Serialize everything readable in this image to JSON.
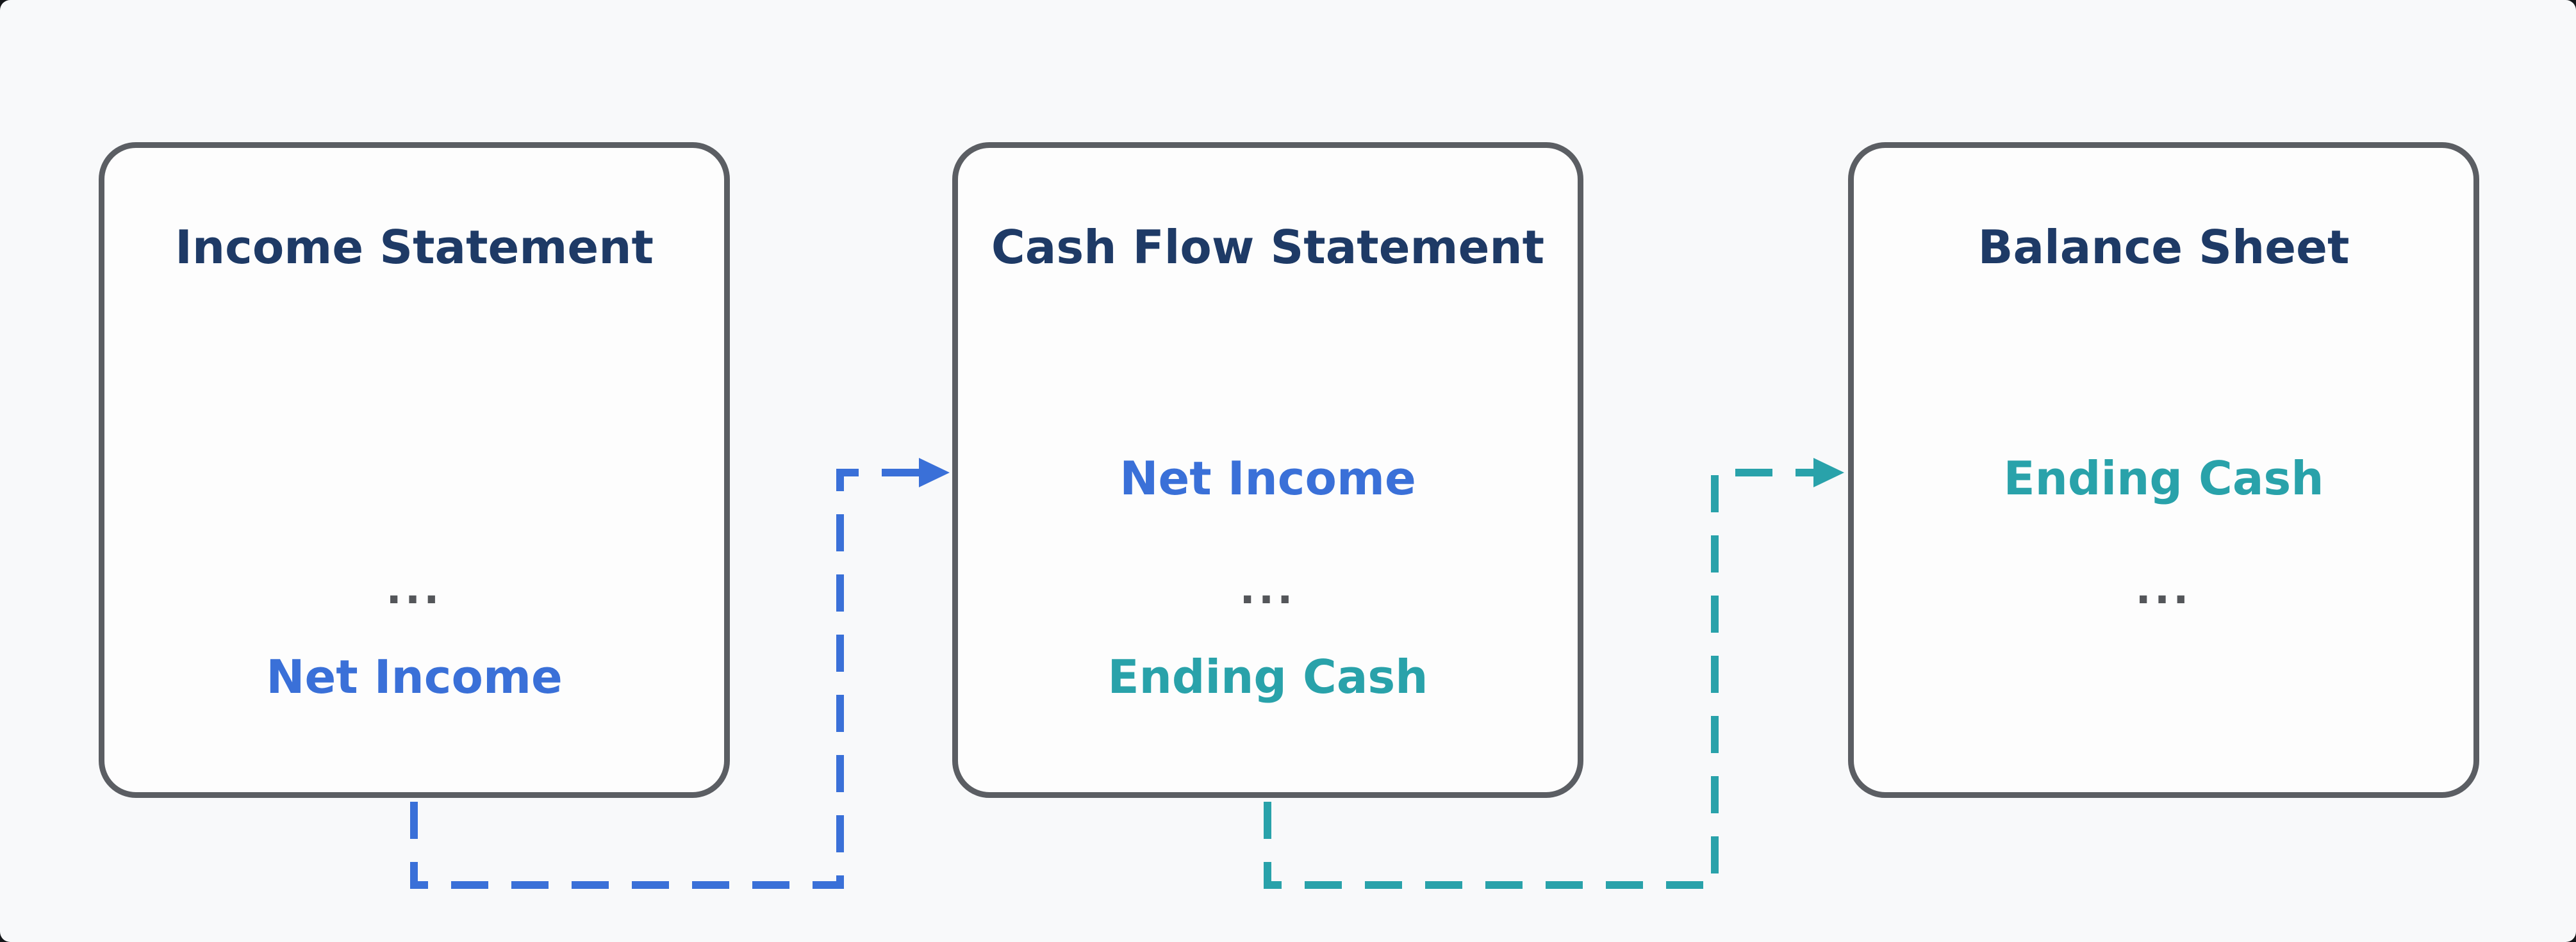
{
  "colors": {
    "background": "#f8f9fa",
    "box-fill": "#fdfdfd",
    "box-border": "#5b5e63",
    "title": "#1e3a66",
    "blue": "#3a70d8",
    "teal": "#29a2aa",
    "dots": "#54565a"
  },
  "boxes": [
    {
      "title": "Income Statement",
      "rows": [
        {
          "text": "...",
          "color": "#54565a"
        },
        {
          "text": "Net Income",
          "color": "#3a70d8"
        }
      ]
    },
    {
      "title": "Cash Flow Statement",
      "rows": [
        {
          "text": "Net Income",
          "color": "#3a70d8"
        },
        {
          "text": "...",
          "color": "#54565a"
        },
        {
          "text": "Ending Cash",
          "color": "#29a2aa"
        }
      ]
    },
    {
      "title": "Balance Sheet",
      "rows": [
        {
          "text": "Ending Cash",
          "color": "#29a2aa"
        },
        {
          "text": "...",
          "color": "#54565a"
        }
      ]
    }
  ],
  "connectors": [
    {
      "name": "net-income-flow",
      "from": "Income Statement",
      "to": "Cash Flow Statement",
      "label": "Net Income",
      "color": "#3a70d8",
      "style": "dashed"
    },
    {
      "name": "ending-cash-flow",
      "from": "Cash Flow Statement",
      "to": "Balance Sheet",
      "label": "Ending Cash",
      "color": "#29a2aa",
      "style": "dashed"
    }
  ]
}
